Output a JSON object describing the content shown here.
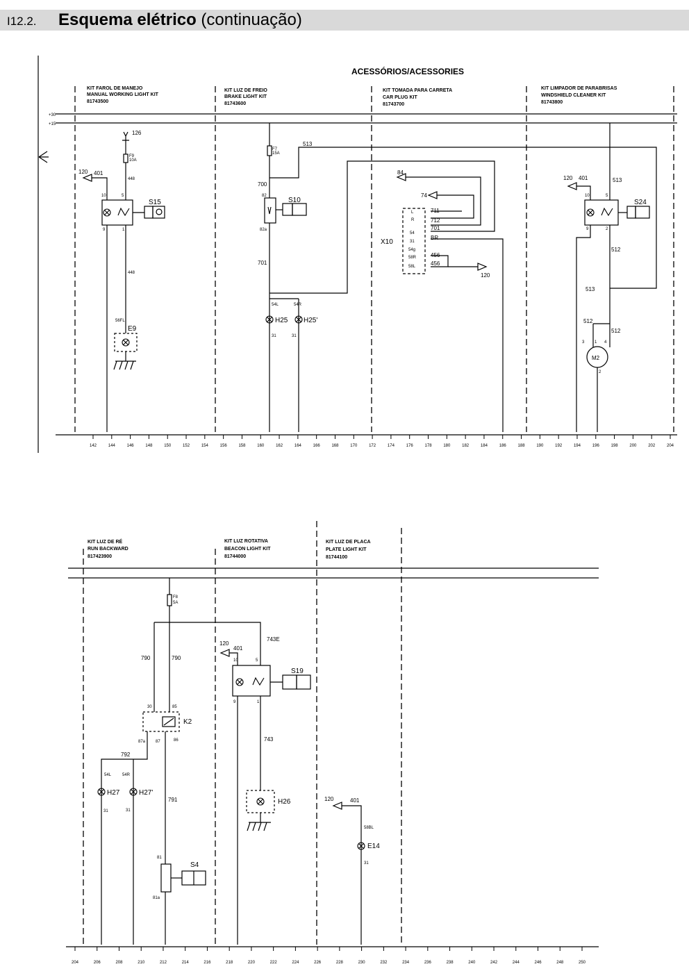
{
  "header": {
    "section": "I12.2.",
    "title_bold": "Esquema elétrico",
    "title_rest": " (continuação)"
  },
  "top": {
    "heading": "ACESSÓRIOS/ACESSORIES",
    "rails": {
      "r30": "+30",
      "r15": "+15"
    },
    "kits": [
      {
        "l1": "KIT FAROL DE MANEJO",
        "l2": "MANUAL WORKING LIGHT KIT",
        "l3": "81743500"
      },
      {
        "l1": "KIT LUZ DE FREIO",
        "l2": "BRAKE LIGHT KIT",
        "l3": "81743600"
      },
      {
        "l1": "KIT TOMADA PARA CARRETA",
        "l2": "CAR PLUG KIT",
        "l3": "81743700"
      },
      {
        "l1": "KIT LIMPADOR DE PARABRISAS",
        "l2": "WINDSHIELD CLEANER KIT",
        "l3": "81743800"
      }
    ],
    "wires": {
      "w126": "126",
      "w120a": "120",
      "w401a": "401",
      "w448a": "448",
      "w448b": "448",
      "f9": "F9",
      "f9a": "10A",
      "t10a": "10",
      "t5a": "5",
      "t9a": "9",
      "t1a": "1",
      "s15": "S15",
      "e9": "E9",
      "t56": "56FL",
      "w513a": "513",
      "f7": "F7",
      "f7a": "15A",
      "w700": "700",
      "t82": "82",
      "t82a": "82a",
      "s10": "S10",
      "w701a": "701",
      "t54l": "54L",
      "t54r": "54R",
      "h25": "H25",
      "h25b": "H25'",
      "t31a": "31",
      "t31b": "31",
      "w84": "84",
      "w74": "74",
      "x10": "X10",
      "p1": "L",
      "p2": "R",
      "p3": "54",
      "p4": "31",
      "p5": "54g",
      "p6": "58R",
      "p7": "58L",
      "v1": "711",
      "v2": "712",
      "v3": "701",
      "v4": "BR",
      "v5": "456",
      "v6": "456",
      "w120b": "120",
      "w120c": "120",
      "w401c": "401",
      "w513b": "513",
      "t10c": "10",
      "t5c": "5",
      "t9c": "9",
      "t2c": "2",
      "s24": "S24",
      "w512a": "512",
      "w513c": "513",
      "w512b": "512",
      "w512c": "512",
      "t3": "3",
      "t1": "1",
      "t4": "4",
      "m2": "M2",
      "t2m": "2"
    },
    "ticks": [
      "142",
      "144",
      "146",
      "148",
      "150",
      "152",
      "154",
      "156",
      "158",
      "160",
      "162",
      "164",
      "166",
      "168",
      "170",
      "172",
      "174",
      "176",
      "178",
      "180",
      "182",
      "184",
      "186",
      "188",
      "190",
      "192",
      "194",
      "196",
      "198",
      "200",
      "202",
      "204"
    ]
  },
  "bottom": {
    "kits": [
      {
        "l1": "KIT LUZ DE RÉ",
        "l2": "RUN BACKWARD",
        "l3": "817423900"
      },
      {
        "l1": "KIT LUZ ROTATIVA",
        "l2": "BEACON LIGHT KIT",
        "l3": "81744000"
      },
      {
        "l1": "KIT LUZ  DE PLACA",
        "l2": "PLATE LIGHT KIT",
        "l3": "81744100"
      }
    ],
    "wires": {
      "f8": "F8",
      "f8a": "5A",
      "w790a": "790",
      "w790b": "790",
      "t30": "30",
      "t85": "85",
      "k2": "K2",
      "t87a": "87a",
      "t87": "87",
      "t86": "86",
      "w792": "792",
      "t54l": "54L",
      "t54r": "54R",
      "h27": "H27",
      "h27b": "H27'",
      "t31a": "31",
      "t31b": "31",
      "w791": "791",
      "t81": "81",
      "t81a": "81a",
      "s4": "S4",
      "w120a": "120",
      "w401a": "401",
      "w743e": "743E",
      "t10": "10",
      "t5": "5",
      "t9": "9",
      "t1": "1",
      "s19": "S19",
      "w743": "743",
      "h26": "H26",
      "w120b": "120",
      "w401b": "401",
      "t58": "58BL",
      "e14": "E14",
      "t31c": "31"
    },
    "ticks": [
      "204",
      "206",
      "208",
      "210",
      "212",
      "214",
      "216",
      "218",
      "220",
      "222",
      "224",
      "226",
      "228",
      "230",
      "232",
      "234",
      "236",
      "238",
      "240",
      "242",
      "244",
      "246",
      "248",
      "250"
    ]
  }
}
